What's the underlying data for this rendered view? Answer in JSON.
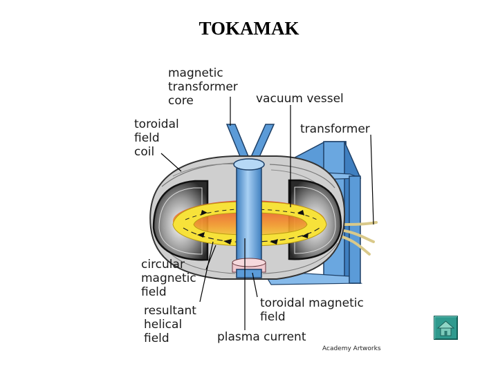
{
  "title": "TOKAMAK",
  "labels": {
    "magnetic_transformer_core": "magnetic\ntransformer\ncore",
    "vacuum_vessel": "vacuum vessel",
    "toroidal_field_coil": "toroidal\nfield\ncoil",
    "transformer": "transformer",
    "circular_magnetic_field": "circular\nmagnetic\nfield",
    "resultant_helical_field": "resultant\nhelical\nfield",
    "toroidal_magnetic_field": "toroidal magnetic\nfield",
    "plasma_current": "plasma current"
  },
  "credit": "Academy Artworks",
  "nav": {
    "home_icon": "home-icon"
  },
  "colors": {
    "core_blue": "#5b9bd8",
    "coil_gray": "#cfcfcf",
    "plasma_yellow": "#f7e23a",
    "plasma_hot": "#e8402a",
    "nav_teal": "#2f9a8e"
  }
}
